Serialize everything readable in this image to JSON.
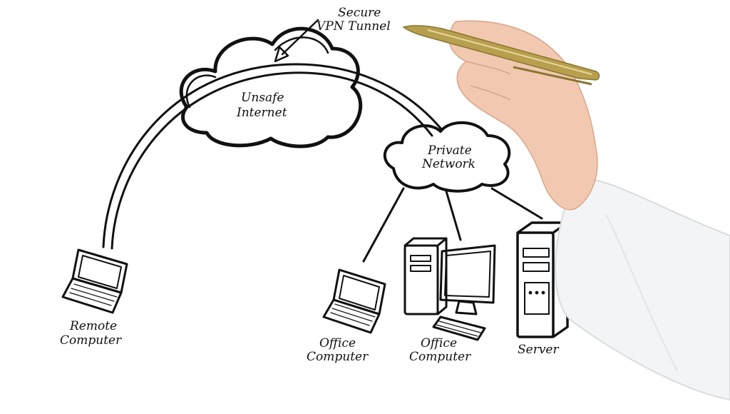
{
  "labels": {
    "vpn_line1": "Secure",
    "vpn_line2": "VPN Tunnel",
    "internet_line1": "Unsafe",
    "internet_line2": "Internet",
    "private_line1": "Private",
    "private_line2": "Network",
    "remote_line1": "Remote",
    "remote_line2": "Computer",
    "office1_line1": "Office",
    "office1_line2": "Computer",
    "office2_line1": "Office",
    "office2_line2": "Computer",
    "server": "Server"
  },
  "colors": {
    "ink": "#111111",
    "pen_gold": "#b79f4e",
    "skin": "#f2c9b0",
    "sleeve": "#f3f4f5"
  },
  "icons": [
    "cloud-icon",
    "laptop-icon",
    "desktop-tower-icon",
    "monitor-icon",
    "keyboard-icon",
    "server-icon",
    "pen-icon",
    "hand-icon"
  ]
}
